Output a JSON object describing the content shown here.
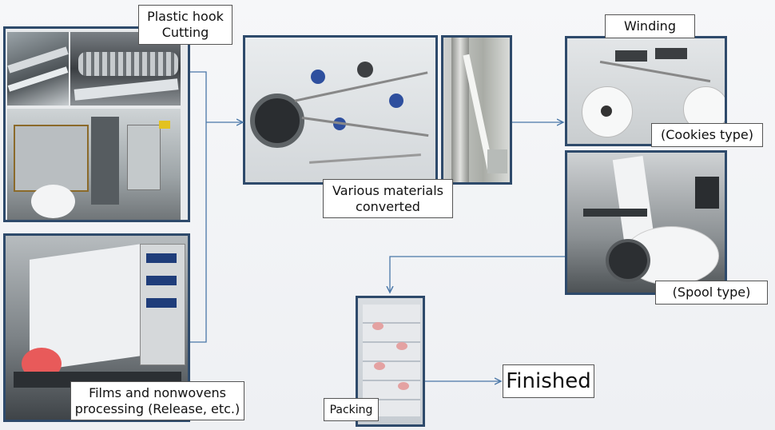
{
  "labels": {
    "plastic_hook": "Plastic hook\nCutting",
    "films": "Films and nonwovens\nprocessing (Release, etc.)",
    "various": "Various materials\nconverted",
    "winding": "Winding",
    "cookies": "(Cookies type)",
    "spool": "(Spool type)",
    "packing": "Packing",
    "finished": "Finished"
  },
  "colors": {
    "frame": "#2e4a6b",
    "arrow": "#4a77a8"
  }
}
